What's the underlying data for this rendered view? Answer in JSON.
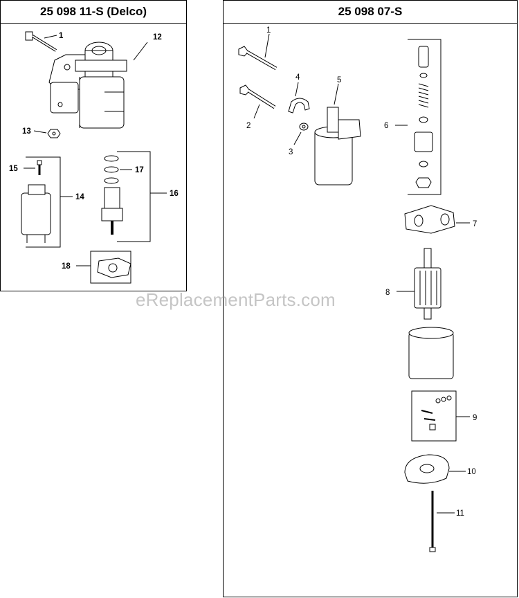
{
  "left_panel": {
    "title": "25 098 11-S (Delco)",
    "callouts": [
      "1",
      "12",
      "13",
      "15",
      "17",
      "14",
      "16",
      "18"
    ]
  },
  "right_panel": {
    "title": "25 098 07-S",
    "callouts": [
      "1",
      "4",
      "5",
      "2",
      "3",
      "6",
      "7",
      "8",
      "9",
      "10",
      "11"
    ]
  },
  "watermark": "eReplacementParts.com",
  "colors": {
    "line": "#000000",
    "background": "#ffffff",
    "watermark": "#969696"
  }
}
